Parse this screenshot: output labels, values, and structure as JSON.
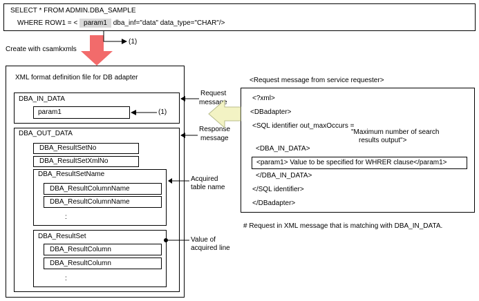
{
  "sql": {
    "line1": "SELECT * FROM ADMIN.DBA_SAMPLE",
    "line2_prefix": "WHERE ROW1 = <",
    "param": "param1",
    "line2_suffix": "dba_inf=\"data\" data_type=\"CHAR\"/>",
    "ref_mark": "(1)"
  },
  "create_label": "Create with csamkxmls",
  "def_file": {
    "title": "XML format definition file for DB adapter",
    "in_data": {
      "label": "DBA_IN_DATA",
      "param": "param1",
      "ref_mark": "(1)"
    },
    "out_data": {
      "label": "DBA_OUT_DATA",
      "result_set_no": "DBA_ResultSetNo",
      "result_set_xml_no": "DBA_ResultSetXmlNo",
      "result_set_name": {
        "label": "DBA_ResultSetName",
        "columns": [
          "DBA_ResultColumnName",
          "DBA_ResultColumnName"
        ],
        "ellipsis": ":"
      },
      "result_set": {
        "label": "DBA_ResultSet",
        "columns": [
          "DBA_ResultColumn",
          "DBA_ResultColumn"
        ],
        "ellipsis": ":"
      }
    }
  },
  "annotations": {
    "request_line1": "Request",
    "request_line2": "message",
    "response_line1": "Response",
    "response_line2": "message",
    "acquired_line1": "Acquired",
    "acquired_line2": "table name",
    "value_line1": "Value of",
    "value_line2": "acquired line"
  },
  "request": {
    "title": "<Request message from service requester>",
    "lines": {
      "xml": "<?xml>",
      "dbadapter_open": "<DBadapter>",
      "sql_open": "<SQL identifier out_maxOccurs =",
      "max_line1": "\"Maximum number of search",
      "max_line2": "results output\">",
      "in_open": "<DBA_IN_DATA>",
      "param_line": "<param1> Value to be specified for WHRER clause</param1>",
      "in_close": "</DBA_IN_DATA>",
      "sql_close": "</SQL identifier>",
      "dbadapter_close": "</DBadapter>"
    },
    "note": "#   Request in XML message that is matching with DBA_IN_DATA."
  },
  "colors": {
    "create_arrow": "#f26b6b",
    "message_arrow": "#f3f3c4",
    "message_arrow_stroke": "#b8bd8c",
    "highlight": "#d9d9d9"
  }
}
